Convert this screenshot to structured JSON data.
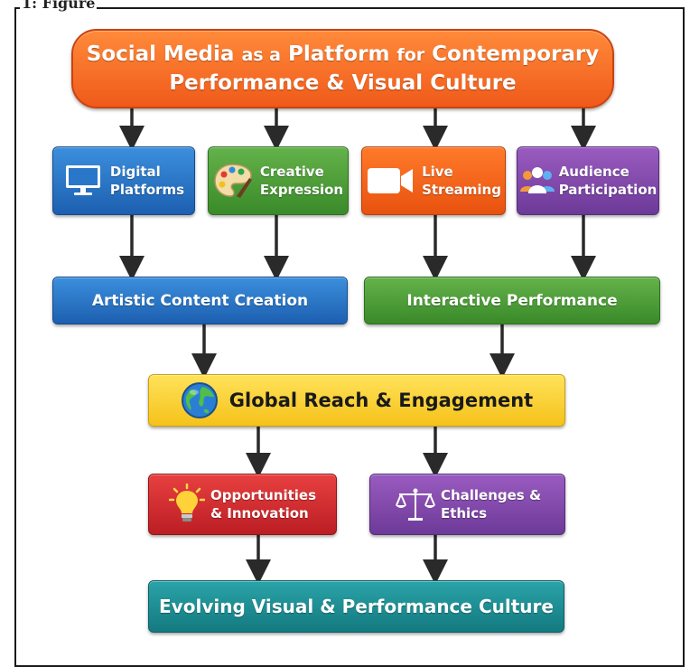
{
  "figure_label": "1: Figure",
  "title": {
    "line1_part1": "Social Media",
    "line1_part2": "as a",
    "line1_part3": "Platform",
    "line1_part4": "for",
    "line1_part5": "Contemporary",
    "line2": "Performance & Visual Culture"
  },
  "categories": [
    {
      "line1": "Digital",
      "line2": "Platforms",
      "icon": "monitor-icon",
      "color": "#1d5fb0"
    },
    {
      "line1": "Creative",
      "line2": "Expression",
      "icon": "palette-icon",
      "color": "#3a8a2a"
    },
    {
      "line1": "Live",
      "line2": "Streaming",
      "icon": "video-camera-icon",
      "color": "#e8520f"
    },
    {
      "line1": "Audience",
      "line2": "Participation",
      "icon": "people-icon",
      "color": "#6d3a98"
    }
  ],
  "middle": {
    "left": "Artistic Content Creation",
    "right": "Interactive Performance"
  },
  "global": {
    "label": "Global Reach & Engagement",
    "icon": "globe-icon"
  },
  "lower": {
    "left": {
      "line1": "Opportunities",
      "line2": "& Innovation",
      "icon": "lightbulb-icon"
    },
    "right": {
      "line1": "Challenges &",
      "line2": "Ethics",
      "icon": "scales-icon"
    }
  },
  "bottom": "Evolving Visual & Performance Culture"
}
